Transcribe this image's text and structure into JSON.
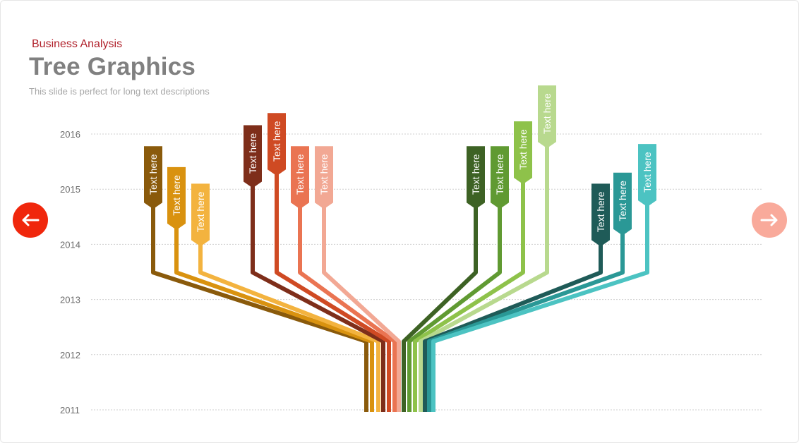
{
  "slide": {
    "kicker": "Business Analysis",
    "title": "Tree Graphics",
    "subtitle": "This slide is perfect for long text descriptions"
  },
  "navigation": {
    "prev_icon": "arrow-left-icon",
    "next_icon": "arrow-right-icon",
    "prev_color": "#f0270c",
    "next_color": "#f9aa9b"
  },
  "chart_data": {
    "type": "tree",
    "y_ticks": [
      "2016",
      "2015",
      "2014",
      "2013",
      "2012",
      "2011"
    ],
    "ylim": [
      2011,
      2016
    ],
    "grid": true,
    "branches": [
      {
        "label": "Text here",
        "color": "#8a5a0b",
        "tag_top": 2015.78,
        "elbow": 2013.49
      },
      {
        "label": "Text here",
        "color": "#d9920f",
        "tag_top": 2015.4,
        "elbow": 2013.49
      },
      {
        "label": "Text here",
        "color": "#f3b33f",
        "tag_top": 2015.1,
        "elbow": 2013.49
      },
      {
        "label": "Text here",
        "color": "#7e2e1a",
        "tag_top": 2016.16,
        "elbow": 2013.49
      },
      {
        "label": "Text here",
        "color": "#cf4a23",
        "tag_top": 2016.38,
        "elbow": 2013.49
      },
      {
        "label": "Text here",
        "color": "#ea7452",
        "tag_top": 2015.78,
        "elbow": 2013.49
      },
      {
        "label": "Text here",
        "color": "#f2a894",
        "tag_top": 2015.78,
        "elbow": 2013.49
      },
      {
        "label": "Text here",
        "color": "#3d6224",
        "tag_top": 2015.78,
        "elbow": 2013.49
      },
      {
        "label": "Text here",
        "color": "#609a32",
        "tag_top": 2015.78,
        "elbow": 2013.49
      },
      {
        "label": "Text here",
        "color": "#8ec24a",
        "tag_top": 2016.23,
        "elbow": 2013.49
      },
      {
        "label": "Text here",
        "color": "#b8d98e",
        "tag_top": 2016.88,
        "elbow": 2013.49
      },
      {
        "label": "Text here",
        "color": "#1f5b58",
        "tag_top": 2015.1,
        "elbow": 2013.49
      },
      {
        "label": "Text here",
        "color": "#2a9896",
        "tag_top": 2015.3,
        "elbow": 2013.49
      },
      {
        "label": "Text here",
        "color": "#4cc3c2",
        "tag_top": 2015.82,
        "elbow": 2013.49
      }
    ]
  }
}
